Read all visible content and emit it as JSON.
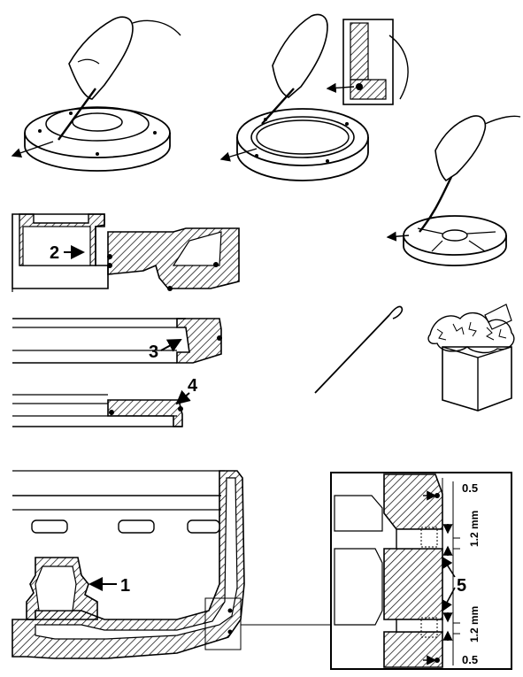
{
  "callouts": {
    "one": "1",
    "two": "2",
    "three": "3",
    "four": "4",
    "five": "5"
  },
  "dimensions": {
    "top_gap": "0.5",
    "upper_depth": "1.2 mm",
    "lower_depth": "1.2 mm",
    "bottom_gap": "0.5"
  },
  "icons": [
    "hand-pick-seal-icon",
    "hand-pick-ring-icon",
    "hand-pick-disc-icon",
    "scraper-tool-icon",
    "steel-wool-box-icon"
  ],
  "colors": {
    "ink": "#000000",
    "paper": "#ffffff"
  }
}
